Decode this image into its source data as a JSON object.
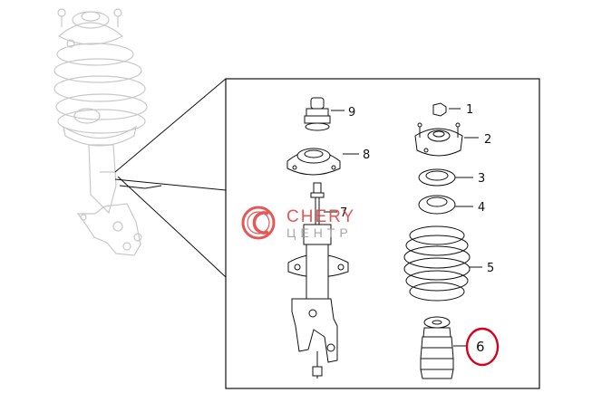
{
  "callouts": [
    {
      "id": "1",
      "label": "1"
    },
    {
      "id": "2",
      "label": "2"
    },
    {
      "id": "3",
      "label": "3"
    },
    {
      "id": "4",
      "label": "4"
    },
    {
      "id": "5",
      "label": "5"
    },
    {
      "id": "6",
      "label": "6",
      "highlighted": true
    },
    {
      "id": "7",
      "label": "7"
    },
    {
      "id": "8",
      "label": "8"
    },
    {
      "id": "9",
      "label": "9"
    }
  ],
  "watermark": {
    "brand": "CHERY",
    "sub": "ЦЕНТР"
  },
  "colors": {
    "line": "#111111",
    "ghost": "#c8c8c8",
    "highlight": "#d6001c",
    "watermark_red": "#e23a3a",
    "watermark_grey": "#9a9a9a"
  }
}
